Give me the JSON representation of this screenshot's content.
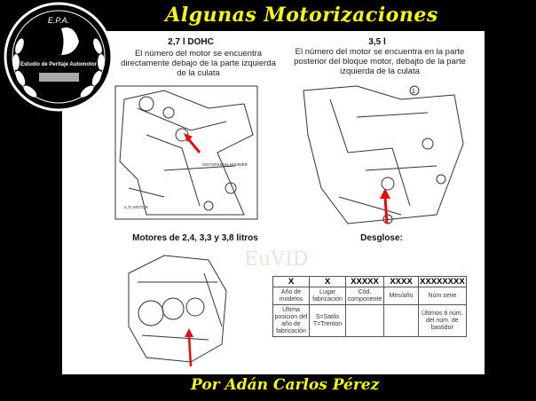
{
  "title": "Algunas Motorizaciones",
  "logo": {
    "text_top": "E.P.A.",
    "text_main": "Estudio de Peritaje Automotor"
  },
  "watermark": "EuVID",
  "left_top": {
    "heading": "2,7 l DOHC",
    "description": "El número del motor se encuentra directamente debajo de la parte izquierda de la culata",
    "figure_labels": [
      "MOTORKENN-NUMMER",
      "2,7L-MOTOR"
    ]
  },
  "right_top": {
    "heading": "3,5 l",
    "description": "El número del motor se encuentra en la parte posterior del bloque motor, debajto de la parte izquierda de la culata",
    "figure_label": "1"
  },
  "left_bottom": {
    "heading": "Motores de 2,4, 3,3 y 3,8 litros"
  },
  "right_bottom": {
    "heading": "Desglose:",
    "table": {
      "codes": [
        "X",
        "X",
        "XXXXX",
        "XXXX",
        "XXXXXXXX"
      ],
      "meaning": [
        "Año de modelos",
        "Lugar fabricación",
        "Cód. componente",
        "Mes/año",
        "Núm serie"
      ],
      "detail": [
        "Última posición del año de fabricación",
        "S=Satilo T=Trenton",
        "",
        "",
        "Últimos 8 núm. del núm. de bastidor"
      ]
    }
  },
  "footer": "Por Adán Carlos Pérez",
  "colors": {
    "title": "#f5f51a",
    "background": "#000000",
    "arrow": "#e01010"
  }
}
